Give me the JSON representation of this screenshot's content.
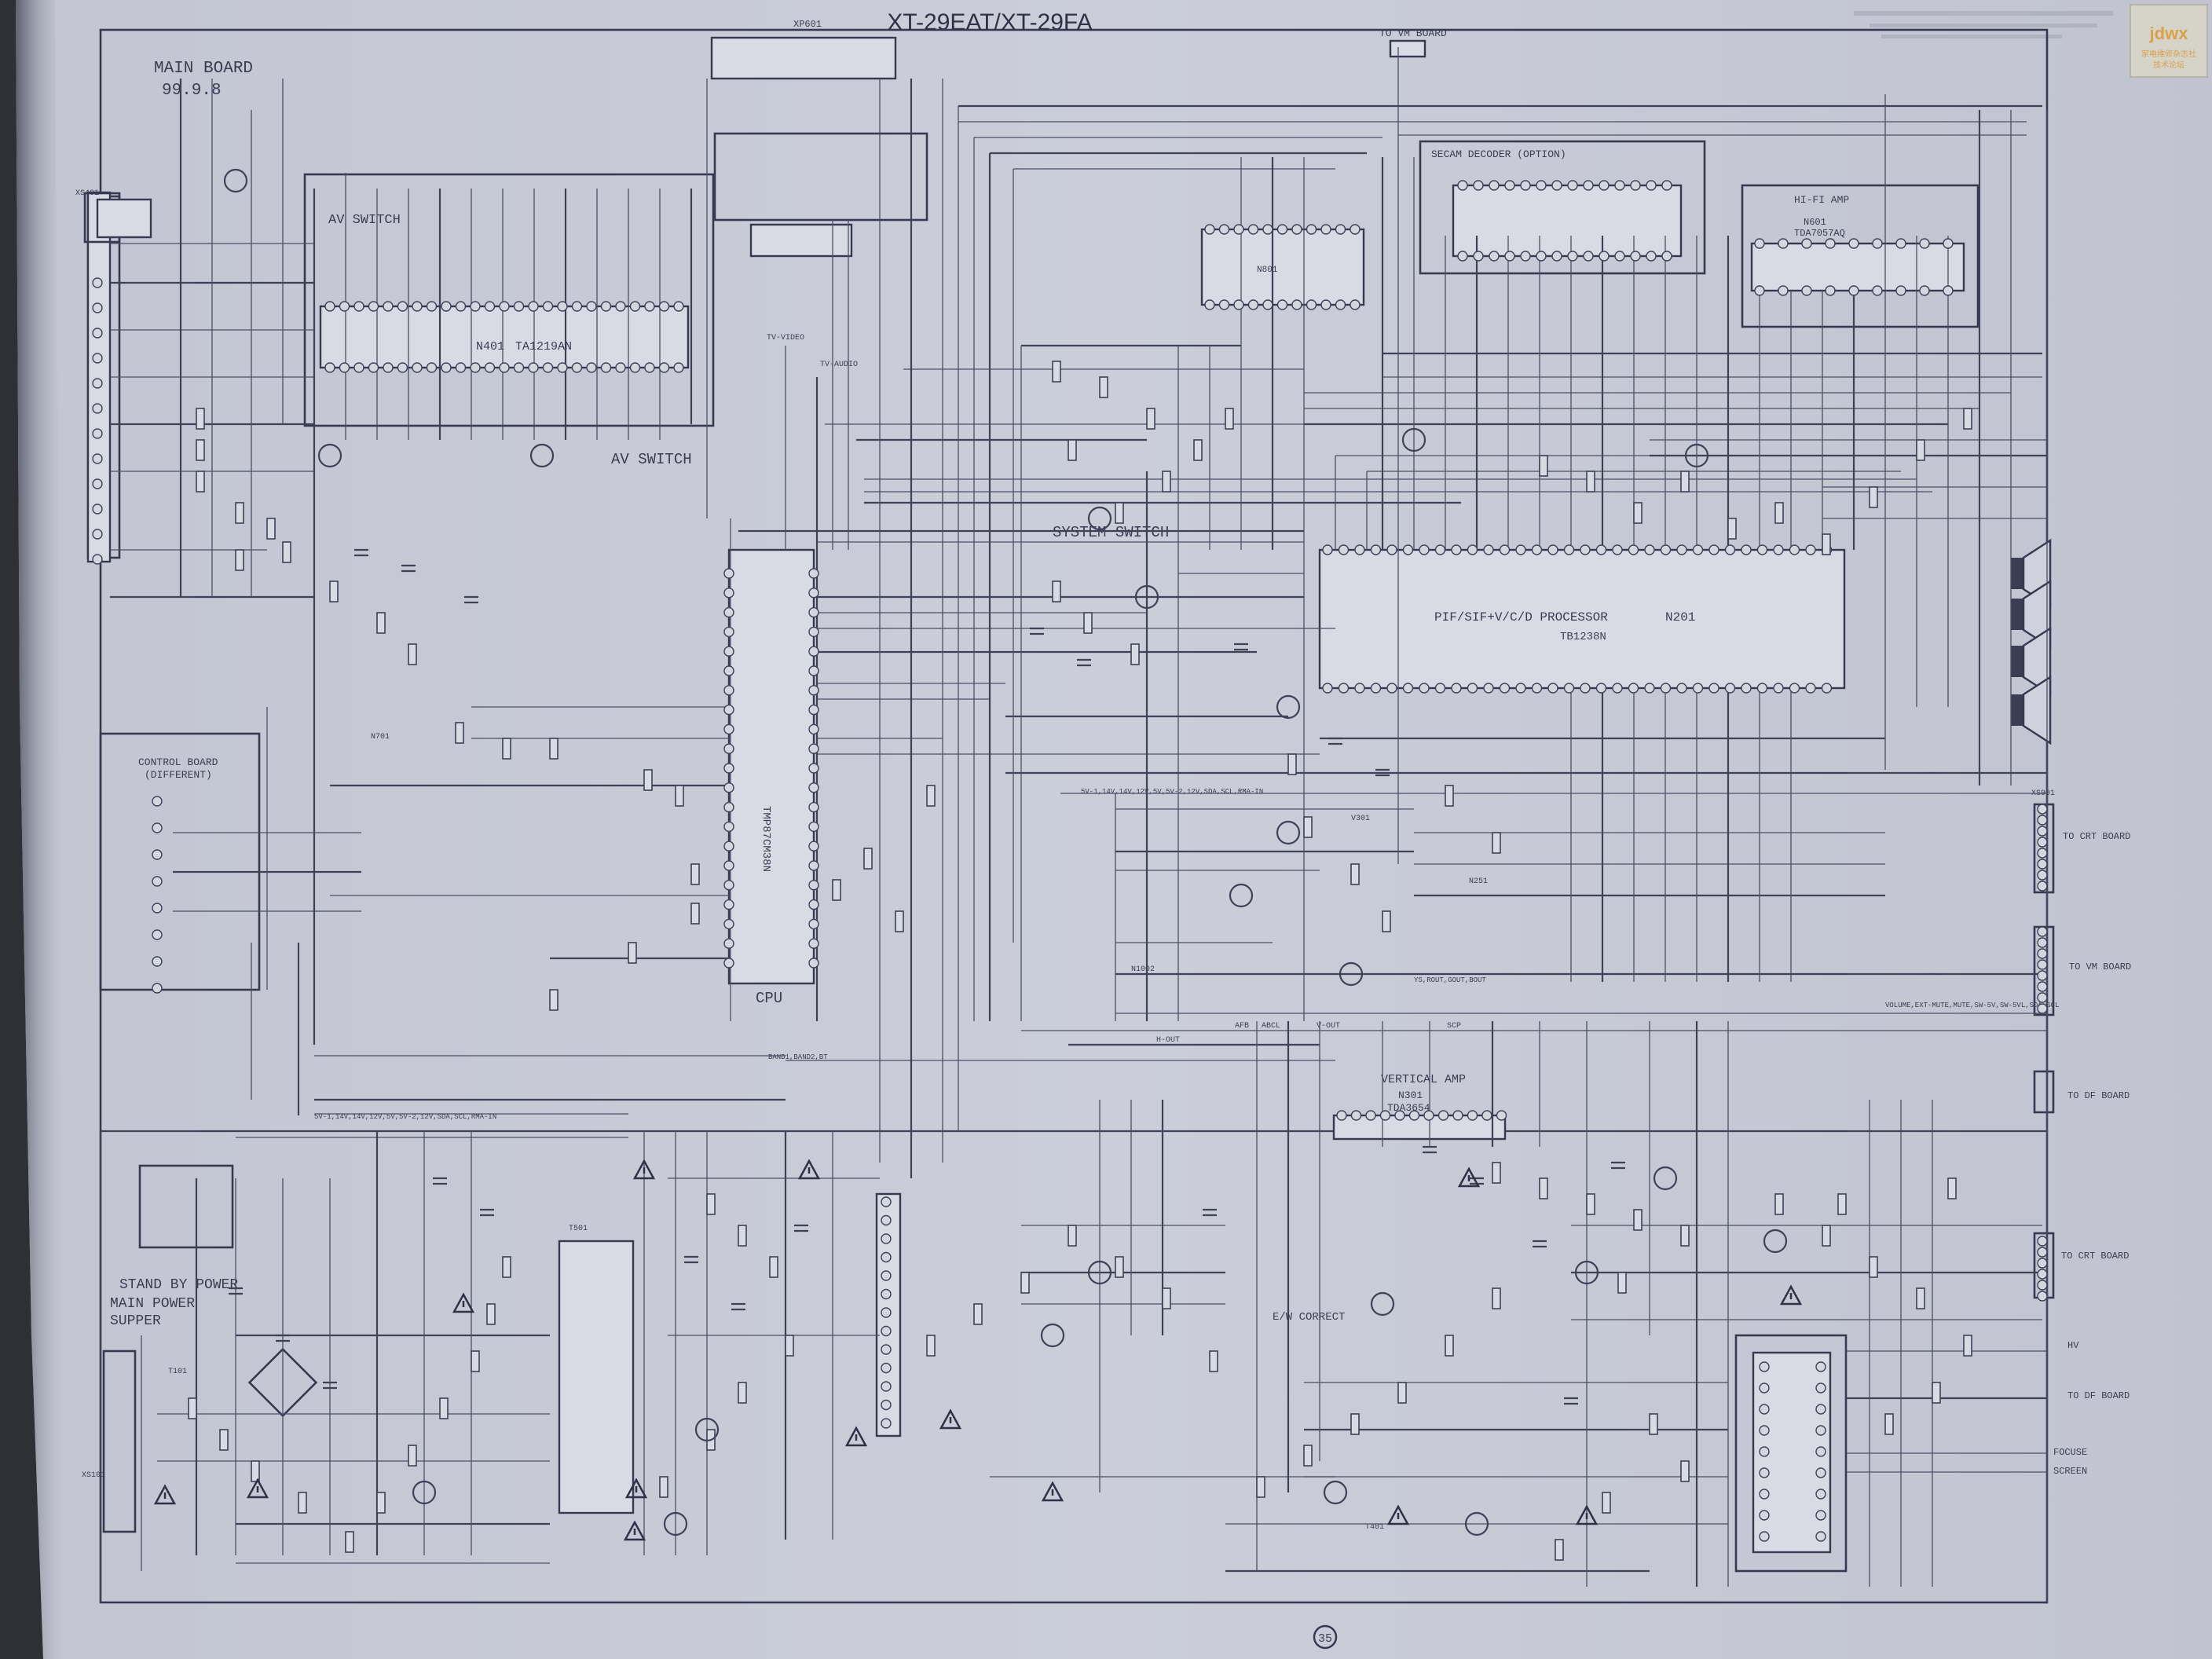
{
  "photo": {
    "title": "XT-29EAT/XT-29FA",
    "page_number": "35",
    "watermark": {
      "logo": "jdwx",
      "line1": "家电维修杂志社",
      "line2": "技术论坛"
    },
    "colors": {
      "paper": "#c9ccd8",
      "ink": "#363a4f",
      "background": "#2f3036"
    }
  },
  "schematic": {
    "main_board": {
      "label": "MAIN BOARD",
      "date": "99.9.8"
    },
    "blocks": {
      "av_switch_top": "AV SWITCH",
      "av_switch_ic_ref": "N401",
      "av_switch_ic": "TA1219AN",
      "av_switch_mid": "AV SWITCH",
      "control_board": "CONTROL BOARD",
      "control_board_note": "(DIFFERENT)",
      "cpu": "CPU",
      "cpu_ic": "TMP87CM38N",
      "system_switch": "SYSTEM SWITCH",
      "pif_processor": "PIF/SIF+V/C/D PROCESSOR",
      "pif_ref": "N201",
      "pif_ic": "TB1238N",
      "secam_decoder": "SECAM DECODER (OPTION)",
      "hifi_amp": "HI-FI AMP",
      "hifi_ref": "N601",
      "hifi_ic": "TDA7057AQ",
      "vertical_amp": "VERTICAL AMP",
      "vertical_ref": "N301",
      "vertical_ic": "TDA3654",
      "ew_correct": "E/W CORRECT",
      "standby_power": "STAND BY POWER",
      "main_power": "MAIN POWER",
      "supper": "SUPPER"
    },
    "connectors": {
      "to_vm_top": "TO VM BOARD",
      "to_crt_1": "TO CRT BOARD",
      "to_vm_right": "TO VM BOARD",
      "to_df_board": "TO DF BOARD",
      "to_crt_2": "TO CRT BOARD",
      "hv": "HV",
      "to_df_2": "TO DF BOARD",
      "focus": "FOCUSE",
      "screen": "SCREEN"
    },
    "signal_labels": {
      "tv_video": "TV-VIDEO",
      "tv_audio": "TV-AUDIO",
      "power_bus": "5V-1,14V,14V,12V,5V,5V-2,12V,SDA,SCL,RMA-IN",
      "power_bus_2": "5V-1,14V,14V,12V,5V,5V-2,12V,SDA,SCL,RMA-IN",
      "band_bus": "BAND1,BAND2,BT",
      "rgb_bus": "YS,ROUT,GOUT,BOUT",
      "volume_bus": "VOLUME,EXT-MUTE,MUTE,SW-5V,SW-5VL,SDA,SCL",
      "h_out": "H-OUT",
      "v_out": "V-OUT",
      "abcl": "ABCL",
      "afb": "AFB",
      "sandcastle": "SCP"
    },
    "component_labels": {
      "xs401": "XS401",
      "xp601": "XP601",
      "xs101": "XS101",
      "n701": "N701",
      "n801": "N801",
      "n1002": "N1002",
      "t101": "T101",
      "t401": "T401",
      "t501": "T501",
      "xs901": "XS901",
      "n251": "N251",
      "v301": "V301"
    }
  }
}
